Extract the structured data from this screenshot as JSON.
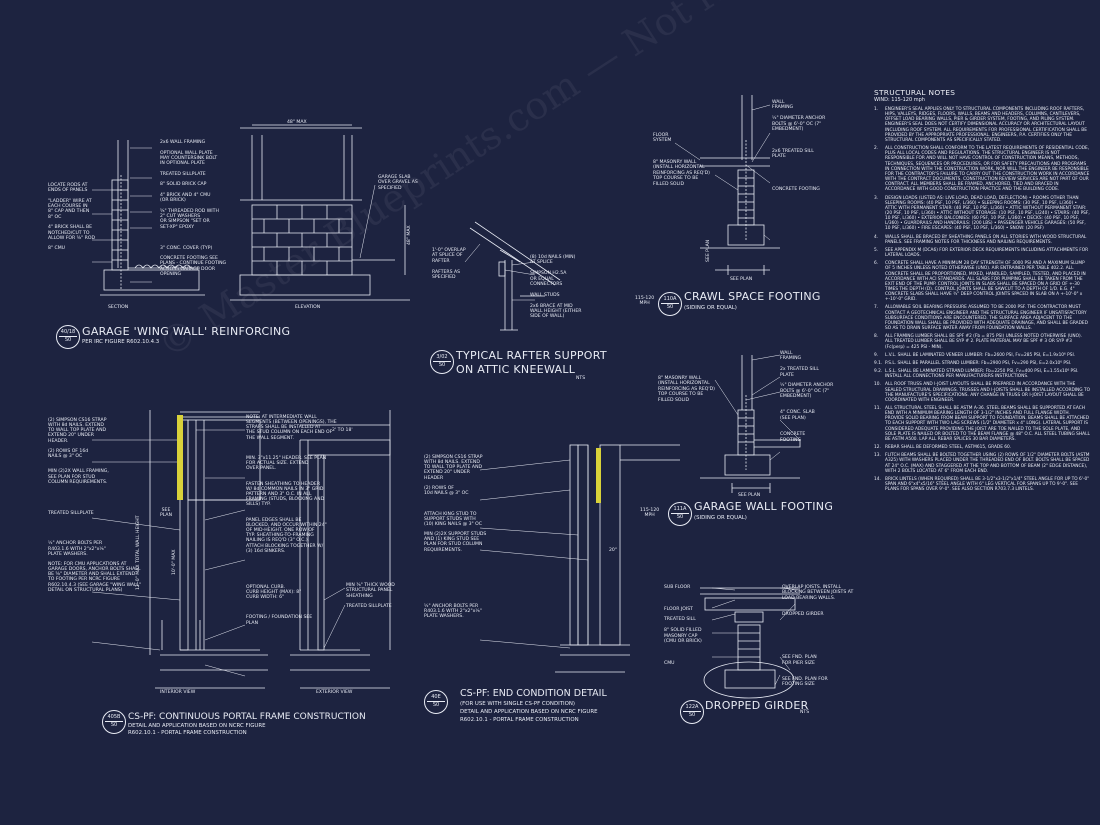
{
  "sheet": {
    "background": "#1d2340",
    "line_color": "#e8ebf4",
    "highlight_color": "#d9d23a",
    "watermark": "© Master Blueprints.com — Not for Construction"
  },
  "details": {
    "garage_wing_wall": {
      "tag_top": "40/18",
      "tag_bottom": "S0",
      "title": "GARAGE 'WING WALL' REINFORCING",
      "subtitle": "PER IRC FIGURE R602.10.4.3",
      "section_label": "SECTION",
      "elevation_label": "ELEVATION",
      "dim": "48\" MAX",
      "height_dim": "48\" MAX",
      "notes_left": [
        "LOCATE RODS AT",
        "ENDS OF PANELS",
        "",
        "\"LADDER\" WIRE AT",
        "EACH COURSE IN",
        "8\" CAP AND THEN",
        "8\" OC",
        "",
        "4\" BRICK SHALL BE",
        "NOTCHED/CUT TO",
        "ALLOW FOR ⅝\" ROD",
        "",
        "8\" CMU"
      ],
      "notes_center": [
        "2x6 WALL FRAMING",
        "",
        "OPTIONAL WALL PLATE",
        "MAY COUNTERSINK BOLT",
        "IN OPTIONAL PLATE",
        "",
        "TREATED SILLPLATE",
        "",
        "8\" SOLID BRICK CAP",
        "",
        "4\" BRICK AND 4\" CMU",
        "(OR BRICK)",
        "",
        "⅝\" THREADED ROD WITH",
        "2\" CUT WASHERS",
        "OR SIMPSON \"SET OR",
        "SET-XP\" EPOXY",
        "",
        "",
        "",
        "3\" CONC. COVER (TYP)",
        "",
        "CONCRETE FOOTING SEE",
        "PLANS - CONTINUE FOOTING",
        "ACROSS GARAGE DOOR",
        "OPENING"
      ],
      "notes_right": [
        "GARAGE SLAB",
        "OVER GRAVEL AS",
        "SPECIFIED"
      ]
    },
    "rafter_support": {
      "tag_top": "3/02",
      "tag_bottom": "S0",
      "title_line1": "TYPICAL RAFTER SUPPORT",
      "title_line2": "ON ATTIC KNEEWALL",
      "subtitle": "NTS",
      "notes": [
        "1'-0\" OVERLAP",
        "AT SPLICE OF",
        "RAFTER",
        "",
        "RAFTERS AS",
        "SPECIFIED"
      ],
      "notes_right": [
        "(8) 10d NAILS (MIN)",
        "AT SPLICE",
        "",
        "SIMPSON H2.5A",
        "OR EQUAL",
        "CONNECTORS",
        "",
        "WALL STUDS",
        "",
        "2x6 BRACE AT MID",
        "WALL HEIGHT (EITHER",
        "SIDE OF WALL)"
      ]
    },
    "crawl_space": {
      "tag_top": "110A",
      "tag_bottom": "S0",
      "tag_left": "115-120\nMPH",
      "title": "CRAWL SPACE FOOTING",
      "subtitle": "(SIDING OR EQUAL)",
      "notes_left": [
        "FLOOR",
        "SYSTEM",
        "",
        "",
        "",
        "8\" MASONRY WALL",
        "(INSTALL HORIZONTAL",
        "REINFORCING AS REQ'D)",
        "TOP COURSE TO BE",
        "FILLED SOLID"
      ],
      "notes_right": [
        "WALL",
        "FRAMING",
        "",
        "½\" DIAMETER ANCHOR",
        "BOLTS @ 6'-0\" OC (7\"",
        "EMBEDMENT)",
        "",
        "",
        "",
        "2x6 TREATED SILL",
        "PLATE",
        "",
        "",
        "",
        "",
        "",
        "CONCRETE FOOTING"
      ],
      "see_plan": "SEE PLAN",
      "vertical": "SEE PLAN"
    },
    "garage_wall": {
      "tag_top": "111A",
      "tag_bottom": "S0",
      "tag_left": "115-120\nMPH",
      "title": "GARAGE WALL FOOTING",
      "subtitle": "(SIDING OR EQUAL)",
      "notes_left": [
        "8\" MASONRY WALL",
        "(INSTALL HORIZONTAL",
        "REINFORCING AS REQ'D)",
        "TOP COURSE TO BE",
        "FILLED SOLID"
      ],
      "notes_right": [
        "WALL",
        "FRAMING",
        "",
        "2x TREATED SILL",
        "PLATE",
        "",
        "½\" DIAMETER ANCHOR",
        "BOLTS @ 6'-0\" OC (7\"",
        "EMBEDMENT)",
        "",
        "",
        "4\" CONC. SLAB",
        "(SEE PLAN)",
        "",
        "",
        "CONCRETE",
        "FOOTING"
      ],
      "see_plan": "SEE PLAN"
    },
    "portal_frame": {
      "tag_top": "405B",
      "tag_bottom": "S0",
      "title": "CS-PF: CONTINUOUS PORTAL FRAME CONSTRUCTION",
      "subtitle1": "DETAIL AND APPLICATION BASED ON NCRC FIGURE",
      "subtitle2": "R602.10.1 - PORTAL FRAME CONSTRUCTION",
      "interior_view": "INTERIOR VIEW",
      "exterior_view": "EXTERIOR VIEW",
      "height_label": "12'-0\" MAX TOTAL WALL HEIGHT",
      "header_height": "10'-0\" MAX",
      "dim_top": "2' TO 18'",
      "see_plan": "SEE\nPLAN",
      "notes_left": [
        "(2) SIMPSON CS16 STRAP",
        "WITH 8d NAILS. EXTEND",
        "TO WALL TOP PLATE AND",
        "EXTEND 20\" UNDER",
        "HEADER.",
        "",
        "(2) ROWS OF 16d",
        "NAILS @ 3\" OC",
        "",
        "",
        "MIN (2)2X WALL FRAMING,",
        "SEE PLAN FOR STUD",
        "COLUMN REQUIREMENTS.",
        "",
        "",
        "",
        "",
        "",
        "TREATED SILLPLATE",
        "",
        "",
        "",
        "",
        "",
        "½\" ANCHOR BOLTS PER",
        "R403.1.6 WITH 2\"x2\"x⅛\"",
        "PLATE WASHERS.",
        "",
        "NOTE: FOR CMU APPLICATIONS AT",
        "GARAGE DOORS, ANCHOR BOLTS SHALL",
        "BE ⅝\" DIAMETER AND SHALL EXTEND",
        "TO FOOTING PER NCRC FIGURE",
        "R602.10.4.3 (SEE GARAGE \"WING WALL\"",
        "DETAIL ON STRUCTURAL PLANS)"
      ],
      "notes_mid": [
        "NOTE: AT INTERMEDIATE WALL",
        "SEGMENTS (BETWEEN OPENINGS), THE",
        "STRAPS SHALL BE INSTALLED AT",
        "THE STUD COLUMN ON EACH END OF",
        "THE WALL SEGMENT.",
        "",
        "",
        "",
        "MIN. 3\"x11.25\" HEADER. SEE PLAN",
        "FOR ACTUAL SIZE. EXTEND",
        "OVER PANEL.",
        "",
        "",
        "FASTEN SHEATHING TO HEADER",
        "W/ 8d COMMON NAILS IN 3\" GRID",
        "PATTERN AND 3\" O.C. IN ALL",
        "FRAMING (STUDS, BLOCKING AND",
        "SILLS) TYP.",
        "",
        "",
        "PANEL EDGES SHALL BE",
        "BLOCKED, AND OCCUR WITHIN 24\"",
        "OF MID-HEIGHT. ONE ROW OF",
        "TYP. SHEATHING-TO-FRAMING",
        "NAILING IS REQ'D (3\" O.C.).",
        "ATTACH BLOCKING TOGETHER W/",
        "(3) 16d SINKERS.",
        "",
        "",
        "",
        "",
        "",
        "",
        "OPTIONAL CURB.",
        "CURB HEIGHT (MAX): 8\"",
        "CURB WIDTH: 6\"",
        "",
        "",
        "",
        "FOOTING / FOUNDATION SEE",
        "PLAN"
      ],
      "notes_right": [
        "MIN ⅜\" THICK WOOD",
        "STRUCTURAL PANEL",
        "SHEATHING",
        "",
        "TREATED SILLPLATE"
      ]
    },
    "end_condition": {
      "tag_top": "40E",
      "tag_bottom": "S0",
      "title": "CS-PF: END CONDITION DETAIL",
      "subtitle1": "(FOR USE WITH SINGLE CS-PF CONDITION)",
      "subtitle2": "DETAIL AND APPLICATION BASED ON NCRC FIGURE",
      "subtitle3": "R602.10.1 - PORTAL FRAME CONSTRUCTION",
      "dim": "20\"",
      "notes": [
        "(2) SIMPSON CS16 STRAP",
        "WITH 8d NAILS. EXTEND",
        "TO WALL TOP PLATE AND",
        "EXTEND 20\" UNDER",
        "HEADER",
        "",
        "(2) ROWS OF",
        "10d NAILS @ 3\" OC",
        "",
        "",
        "",
        "ATTACH KING STUD TO",
        "SUPPORT STUDS WITH",
        "(10) KING NAILS @ 3\" OC",
        "",
        "MIN (2)2X SUPPORT STUDS",
        "AND (1) KING STUD SEE",
        "PLAN FOR STUD COLUMN",
        "REQUIREMENTS.",
        "",
        "",
        "",
        "",
        "",
        "",
        "",
        "",
        "",
        "",
        "½\" ANCHOR BOLTS PER",
        "R403.1.6 WITH 2\"x2\"x⅛\"",
        "PLATE WASHERS."
      ]
    },
    "dropped_girder": {
      "tag_top": "122A",
      "tag_bottom": "S0",
      "title": "DROPPED GIRDER",
      "subtitle": "NTS",
      "notes_left": [
        "SUB FLOOR",
        "",
        "",
        "",
        "FLOOR JOIST",
        "",
        "TREATED SILL",
        "",
        "8\" SOLID FILLED",
        "MASONRY CAP",
        "(CMU OR BRICK)",
        "",
        "",
        "",
        "CMU"
      ],
      "notes_right": [
        "OVERLAP JOISTS. INSTALL",
        "BLOCKING BETWEEN JOISTS AT",
        "LOAD BEARING WALLS.",
        "",
        "",
        "DROPPED GIRDER",
        "",
        "",
        "",
        "",
        "",
        "",
        "",
        "SEE FND. PLAN",
        "FOR PIER SIZE",
        "",
        "",
        "SEE FND. PLAN FOR",
        "FOOTING SIZE"
      ]
    }
  },
  "structural_notes": {
    "heading": "STRUCTURAL NOTES",
    "wind": "WIND: 115-120 mph",
    "items": [
      {
        "n": "1.",
        "text": "ENGINEER'S SEAL APPLIES ONLY TO STRUCTURAL COMPONENTS INCLUDING ROOF RAFTERS, HIPS, VALLEYS, RIDGES, FLOORS, WALLS, BEAMS AND HEADERS, COLUMNS, CANTILEVERS, OFFSET LOAD BEARING WALLS, PIER & GIRDER SYSTEM, FOOTING, AND PILING SYSTEM. ENGINEER'S SEAL DOES NOT CERTIFY DIMENSIONAL ACCURACY OR ARCHITECTURAL LAYOUT INCLUDING ROOF SYSTEM. ALL REQUIREMENTS FOR PROFESSIONAL CERTIFICATION SHALL BE PROVIDED BY THE APPROPRIATE PROFESSIONAL. ENGINEERS, P.A. CERTIFIES ONLY THE STRUCTURAL COMPONENTS AS SPECIFICALLY STATED."
      },
      {
        "n": "2.",
        "text": "ALL CONSTRUCTION SHALL CONFORM TO THE LATEST REQUIREMENTS OF RESIDENTIAL CODE, PLUS ALL LOCAL CODES AND REGULATIONS. THE STRUCTURAL ENGINEER IS NOT RESPONSIBLE FOR AND WILL NOT HAVE CONTROL OF CONSTRUCTION MEANS, METHODS, TECHNIQUES, SEQUENCES OR PROCEDURES, OR FOR SAFETY PRECAUTIONS AND PROGRAMS IN CONNECTION WITH THE CONSTRUCTION WORK, NOR WILL THE ENGINEER BE RESPONSIBLE FOR THE CONTRACTOR'S FAILURE TO CARRY OUT THE CONSTRUCTION WORK IN ACCORDANCE WITH THE CONTRACT DOCUMENTS. CONSTRUCTION REVIEW SERVICES ARE NOT PART OF OUR CONTRACT. ALL MEMBERS SHALL BE FRAMED, ANCHORED, TIED AND BRACED IN ACCORDANCE WITH GOOD CONSTRUCTION PRACTICE AND THE BUILDING CODE."
      },
      {
        "n": "3.",
        "text": "DESIGN LOADS (LISTED AS: LIVE LOAD, DEAD LOAD, DEFLECTION) • ROOMS OTHER THAN SLEEPING ROOMS: (40 PSF, 10 PSF, L/360) • SLEEPING ROOMS: (30 PSF, 10 PSF, L/360) • ATTIC WITH PERMANENT STAIR: (40 PSF, 10 PSF, L/360) • ATTIC WITHOUT PERMANENT STAIR: (20 PSF, 10 PSF, L/360) • ATTIC WITHOUT STORAGE: (10 PSF, 10 PSF, L/240) • STAIRS: (40 PSF, 10 PSF, L/360) • EXTERIOR BALCONIES: (60 PSF, 10 PSF, L/360) • DECKS: (40 PSF, 10 PSF, L/360) • GUARDRAILS AND HANDRAILS: (200 LBS) • PASSENGER VEHICLE GARAGES: (50 PSF, 10 PSF, L/360) • FIRE ESCAPES: (40 PSF, 10 PSF, L/360) • SNOW: (20 PSF)"
      },
      {
        "n": "4.",
        "text": "WALLS SHALL BE BRACED BY SHEATHING PANELS ON ALL STORIES WITH WOOD STRUCTURAL PANELS. SEE FRAMING NOTES FOR THICKNESS AND NAILING REQUIREMENTS."
      },
      {
        "n": "5.",
        "text": "SEE APPENDIX M (DCA6) FOR EXTERIOR DECK REQUIREMENTS INCLUDING ATTACHMENTS FOR LATERAL LOADS."
      },
      {
        "n": "6.",
        "text": "CONCRETE SHALL HAVE A MINIMUM 28 DAY STRENGTH OF 3000 PSI AND A MAXIMUM SLUMP OF 5 INCHES UNLESS NOTED OTHERWISE (UNO). AIR ENTRAINED PER TABLE 402.2. ALL CONCRETE SHALL BE PROPORTIONED, MIXED, HANDLED, SAMPLED, TESTED, AND PLACED IN ACCORDANCE WITH ACI STANDARDS. ALL SLABS FOR PUMPING SHALL BE TAKEN FROM THE EXIT END OF THE PUMP. CONTROL JOINTS IN SLABS SHALL BE SPACED ON A GRID OF +-30 TIMES THE DEPTH (D). CONTROL JOINTS SHALL BE SAWCUT TO A DEPTH OF 1/D. E.G. 4\" CONCRETE SLABS SHALL HAVE ¾\" DEEP CONTROL JOINTS SPACED IN SLAB ON A +-10'-0\" x +-10'-0\" GRID."
      },
      {
        "n": "7.",
        "text": "ALLOWABLE SOIL BEARING PRESSURE ASSUMED TO BE 2000 PSF. THE CONTRACTOR MUST CONTACT A GEOTECHNICAL ENGINEER AND THE STRUCTURAL ENGINEER IF UNSATISFACTORY SUBSURFACE CONDITIONS ARE ENCOUNTERED. THE SURFACE AREA ADJACENT TO THE FOUNDATION WALL SHALL BE PROVIDED WITH ADEQUATE DRAINAGE, AND SHALL BE GRADED SO AS TO DRAIN SURFACE WATER AWAY FROM FOUNDATION WALLS."
      },
      {
        "n": "8.",
        "text": "ALL FRAMING LUMBER SHALL BE SPF #2 (Fb = 875 PSI) UNLESS NOTED OTHERWISE (UNO). ALL TREATED LUMBER SHALL BE SYP # 2. PLATE MATERIAL MAY BE SPF # 3 OR SYP #3 (Fc(perp) = 425 PSI - MIN)."
      },
      {
        "n": "9.",
        "text": "L.V.L. SHALL BE LAMINATED VENEER LUMBER: Fb=2600 PSI, Fv=285 PSI, E=1.9x10⁶ PSI."
      },
      {
        "n": "9.1.",
        "text": "P.S.L. SHALL BE PARALLEL STRAND LUMBER: Fb=2900 PSI, Fv=290 PSI, E=2.0x10⁶ PSI."
      },
      {
        "n": "9.2.",
        "text": "L.S.L. SHALL BE LAMINATED STRAND LUMBER: Fb=2250 PSI, Fv=400 PSI, E=1.55x10⁶ PSI. INSTALL ALL CONNECTIONS PER MANUFACTURERS INSTRUCTIONS."
      },
      {
        "n": "10.",
        "text": "ALL ROOF TRUSS AND I-JOIST LAYOUTS SHALL BE PREPARED IN ACCORDANCE WITH THE SEALED STRUCTURAL DRAWINGS. TRUSSES AND I-JOISTS SHALL BE INSTALLED ACCORDING TO THE MANUFACTURE'S SPECIFICATIONS. ANY CHANGE IN TRUSS OR I-JOIST LAYOUT SHALL BE COORDINATED WITH ENGINEER."
      },
      {
        "n": "11.",
        "text": "ALL STRUCTURAL STEEL SHALL BE ASTM A-36. STEEL BEAMS SHALL BE SUPPORTED AT EACH END WITH A MINIMUM BEARING LENGTH OF 3-1/2\" INCHES AND FULL FLANGE WIDTH. PROVIDE SOLID BEARING FROM BEAM SUPPORT TO FOUNDATION. BEAMS SHALL BE ATTACHED TO EACH SUPPORT WITH TWO LAG SCREWS (1/2\" DIAMETER x 4\" LONG). LATERAL SUPPORT IS CONSIDERED ADEQUATE PROVIDING THE JOIST ARE TOE NAILED TO THE SOLE PLATE, AND SOLE PLATE IS NAILED OR BOLTED TO THE BEAM FLANGE @ 48\" O.C. ALL STEEL TUBING SHALL BE ASTM A500. LAP ALL REBAR SPLICES 30 BAR DIAMETERS."
      },
      {
        "n": "12.",
        "text": "REBAR SHALL BE DEFORMED STEEL, ASTM615, GRADE 60."
      },
      {
        "n": "13.",
        "text": "FLITCH BEAMS SHALL BE BOLTED TOGETHER USING (2) ROWS OF 1/2\" DIAMETER BOLTS (ASTM A325) WITH WASHERS PLACED UNDER THE THREADED END OF BOLT. BOLTS SHALL BE SPACED AT 24\" O.C. (MAX) AND STAGGERED AT THE TOP AND BOTTOM OF BEAM (2\" EDGE DISTANCE), WITH 2 BOLTS LOCATED AT 6\" FROM EACH END."
      },
      {
        "n": "14.",
        "text": "BRICK LINTELS (WHEN REQUIRED) SHALL BE 3-1/2\"x3-1/2\"x1/4\" STEEL ANGLE FOR UP TO 6'-0\" SPAN AND 6\"x4\"x5/16\" STEEL ANGLE WITH 6\" LEG VERTICAL FOR SPANS UP TO 9'-0\". SEE PLANS FOR SPANS OVER 9'-0\". SEE ALSO SECTION R703.7.3 LINTELS."
      }
    ]
  }
}
